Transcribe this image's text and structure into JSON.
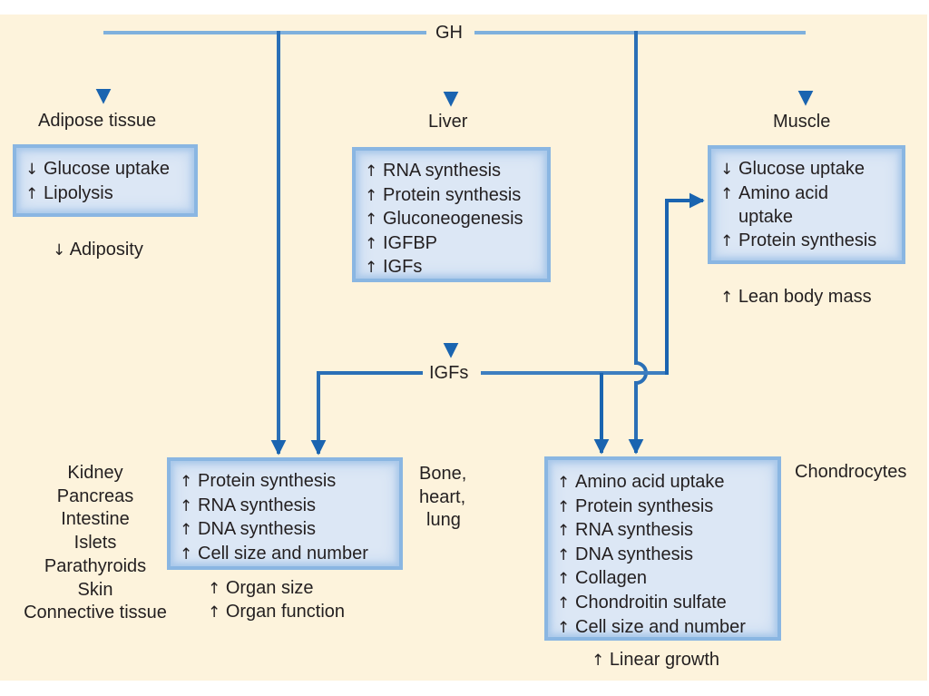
{
  "colors": {
    "background": "#fdf3dc",
    "line_light": "#7fb0dd",
    "line_dark": "#1a64b0",
    "box_fill": "#dce7f5",
    "box_border": "#8ab6e2",
    "text": "#231f20"
  },
  "symbols": {
    "up": "↑",
    "down": "↓"
  },
  "source": {
    "label": "GH"
  },
  "intermediate": {
    "label": "IGFs"
  },
  "adipose": {
    "title": "Adipose tissue",
    "effects": [
      {
        "dir": "↓",
        "text": "Glucose uptake"
      },
      {
        "dir": "↑",
        "text": "Lipolysis"
      }
    ],
    "outcome": {
      "dir": "↓",
      "text": "Adiposity"
    }
  },
  "liver": {
    "title": "Liver",
    "effects": [
      {
        "dir": "↑",
        "text": "RNA synthesis"
      },
      {
        "dir": "↑",
        "text": "Protein synthesis"
      },
      {
        "dir": "↑",
        "text": "Gluconeogenesis"
      },
      {
        "dir": "↑",
        "text": "IGFBP"
      },
      {
        "dir": "↑",
        "text": "IGFs"
      }
    ]
  },
  "muscle": {
    "title": "Muscle",
    "effects": [
      {
        "dir": "↓",
        "text": "Glucose uptake"
      },
      {
        "dir": "↑",
        "text": "Amino acid",
        "cont": "uptake"
      },
      {
        "dir": "↑",
        "text": "Protein synthesis"
      }
    ],
    "outcome": {
      "dir": "↑",
      "text": "Lean body mass"
    }
  },
  "organs": {
    "tissues": [
      "Kidney",
      "Pancreas",
      "Intestine",
      "Islets",
      "Parathyroids",
      "Skin",
      "Connective tissue"
    ],
    "effects": [
      {
        "dir": "↑",
        "text": "Protein synthesis"
      },
      {
        "dir": "↑",
        "text": "RNA synthesis"
      },
      {
        "dir": "↑",
        "text": "DNA synthesis"
      },
      {
        "dir": "↑",
        "text": "Cell size and number"
      }
    ],
    "outcomes": [
      {
        "dir": "↑",
        "text": "Organ size"
      },
      {
        "dir": "↑",
        "text": "Organ function"
      }
    ],
    "side_label": [
      "Bone,",
      "heart,",
      "lung"
    ]
  },
  "chondrocytes": {
    "title": "Chondrocytes",
    "effects": [
      {
        "dir": "↑",
        "text": "Amino acid uptake"
      },
      {
        "dir": "↑",
        "text": "Protein synthesis"
      },
      {
        "dir": "↑",
        "text": "RNA synthesis"
      },
      {
        "dir": "↑",
        "text": "DNA synthesis"
      },
      {
        "dir": "↑",
        "text": "Collagen"
      },
      {
        "dir": "↑",
        "text": "Chondroitin sulfate"
      },
      {
        "dir": "↑",
        "text": "Cell size and number"
      }
    ],
    "outcome": {
      "dir": "↑",
      "text": "Linear growth"
    }
  }
}
